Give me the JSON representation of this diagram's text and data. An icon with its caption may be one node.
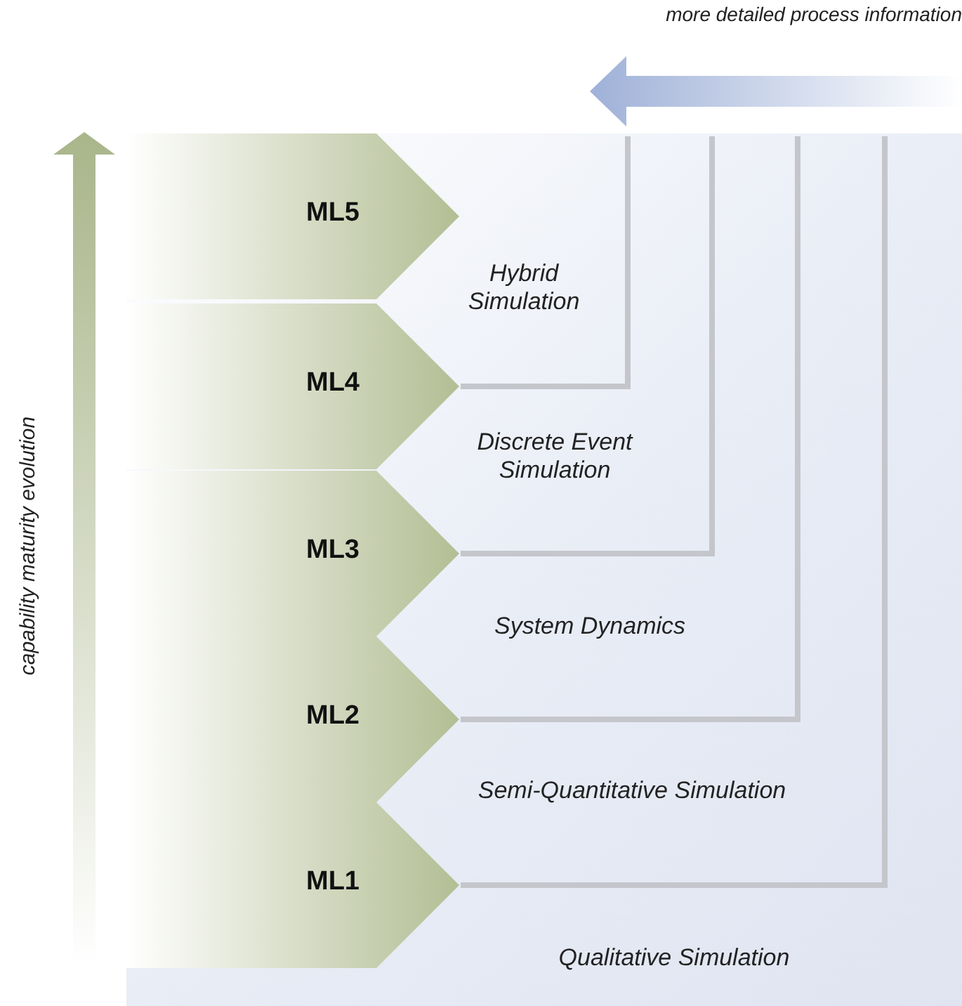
{
  "diagram": {
    "nodes": [
      {
        "text": [
          "ML5"
        ]
      },
      {
        "text": [
          "ML4"
        ]
      },
      {
        "text": [
          "ML3"
        ]
      },
      {
        "text": [
          "ML2"
        ]
      },
      {
        "text": [
          "ML1"
        ]
      }
    ],
    "labels": [
      "more detailed process information",
      "capability maturity evolution",
      "Hybrid Simulation",
      "Discrete Event Simulation",
      "System Dynamics",
      "Semi-Quantitative Simulation",
      "Qualitative Simulation"
    ]
  }
}
